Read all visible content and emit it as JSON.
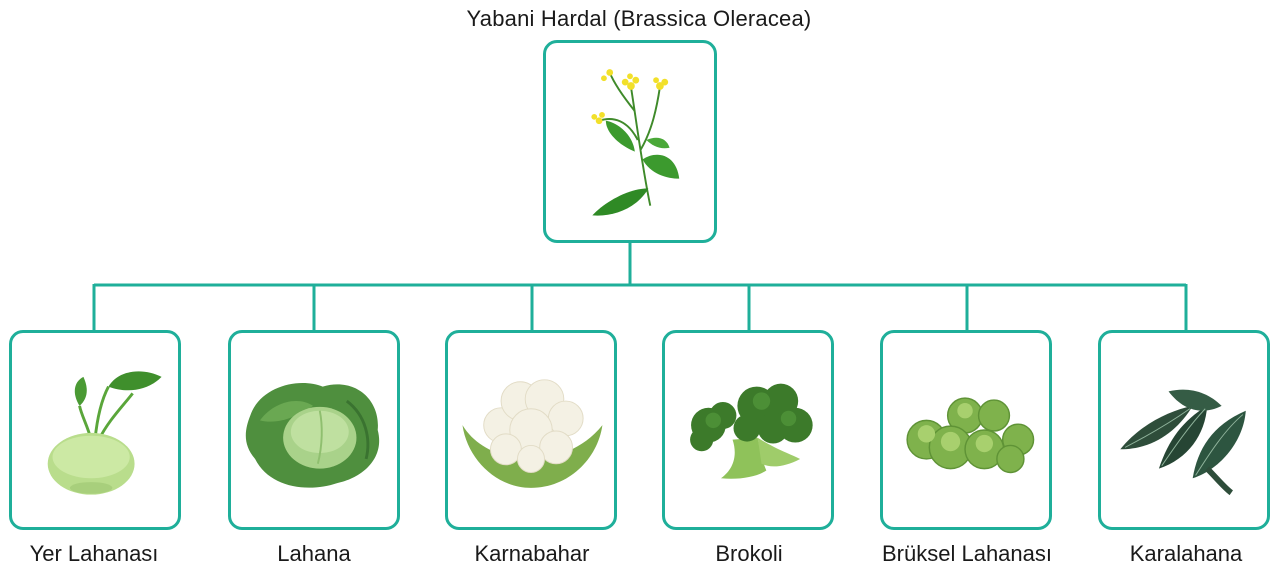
{
  "root": {
    "title": "Yabani Hardal (Brassica Oleracea)",
    "image": "wild-mustard-plant"
  },
  "accent_color": "#1faf9a",
  "children": [
    {
      "label": "Yer Lahanası",
      "image": "kohlrabi"
    },
    {
      "label": "Lahana",
      "image": "cabbage"
    },
    {
      "label": "Karnabahar",
      "image": "cauliflower"
    },
    {
      "label": "Brokoli",
      "image": "broccoli"
    },
    {
      "label": "Brüksel Lahanası",
      "image": "brussels-sprouts"
    },
    {
      "label": "Karalahana",
      "image": "kale"
    }
  ]
}
